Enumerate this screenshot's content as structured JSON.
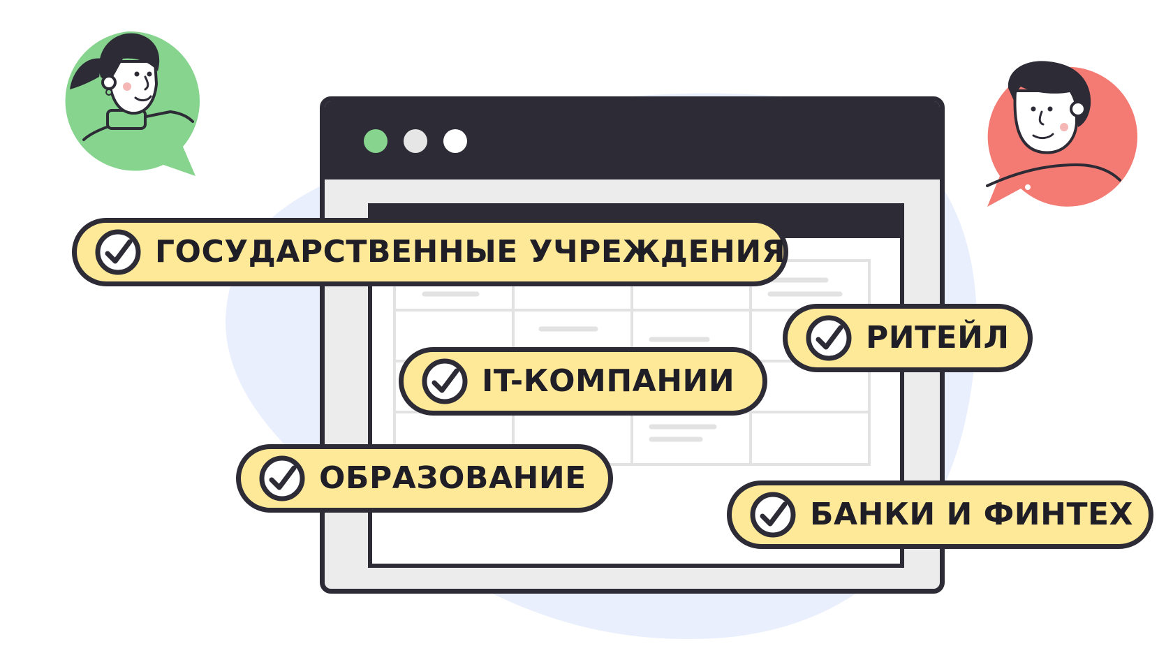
{
  "tags": {
    "government": "ГОСУДАРСТВЕННЫЕ УЧРЕЖДЕНИЯ",
    "retail": "РИТЕЙЛ",
    "it": "IT-КОМПАНИИ",
    "education": "ОБРАЗОВАНИЕ",
    "banks": "БАНКИ И ФИНТЕХ"
  },
  "colors": {
    "outline": "#2d2b36",
    "tag_fill": "#fde998",
    "blob": "#e9effc",
    "bubble_green": "#86d48e",
    "bubble_red": "#f37b73",
    "window_fill": "#ececec"
  },
  "icons": [
    "check-circle-icon",
    "woman-avatar",
    "man-avatar"
  ]
}
